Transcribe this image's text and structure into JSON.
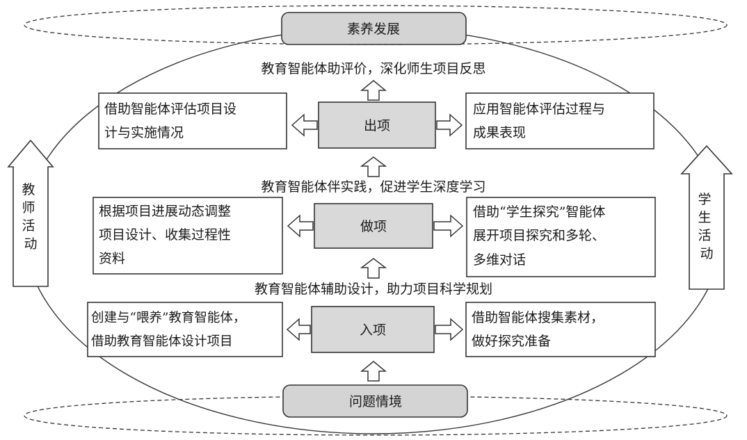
{
  "top_box": "素养发展",
  "bottom_box": "问题情境",
  "stages": {
    "exit": {
      "label": "出项",
      "caption": "教育智能体助评价，深化师生项目反思",
      "left_lines": [
        "借助智能体评估项目设",
        "计与实施情况"
      ],
      "right_lines": [
        "应用智能体评估过程与",
        "成果表现"
      ]
    },
    "do": {
      "label": "做项",
      "caption": "教育智能体伴实践，促进学生深度学习",
      "left_lines": [
        "根据项目进展动态调整",
        "项目设计、收集过程性",
        "资料"
      ],
      "right_lines": [
        "借助“学生探究”智能体",
        "展开项目探究和多轮、",
        "多维对话"
      ]
    },
    "enter": {
      "label": "入项",
      "caption": "教育智能体辅助设计，助力项目科学规划",
      "left_lines": [
        "创建与“喂养”教育智能体，",
        "借助教育智能体设计项目"
      ],
      "right_lines": [
        "借助智能体搜集素材，",
        "做好探究准备"
      ]
    }
  },
  "side_arrows": {
    "left": [
      "教",
      "师",
      "活",
      "动"
    ],
    "right": [
      "学",
      "生",
      "活",
      "动"
    ]
  },
  "colors": {
    "stroke": "#333333",
    "box_fill": "#d9d9d9",
    "oval_fill": "#d4d4d4",
    "background": "#ffffff"
  }
}
